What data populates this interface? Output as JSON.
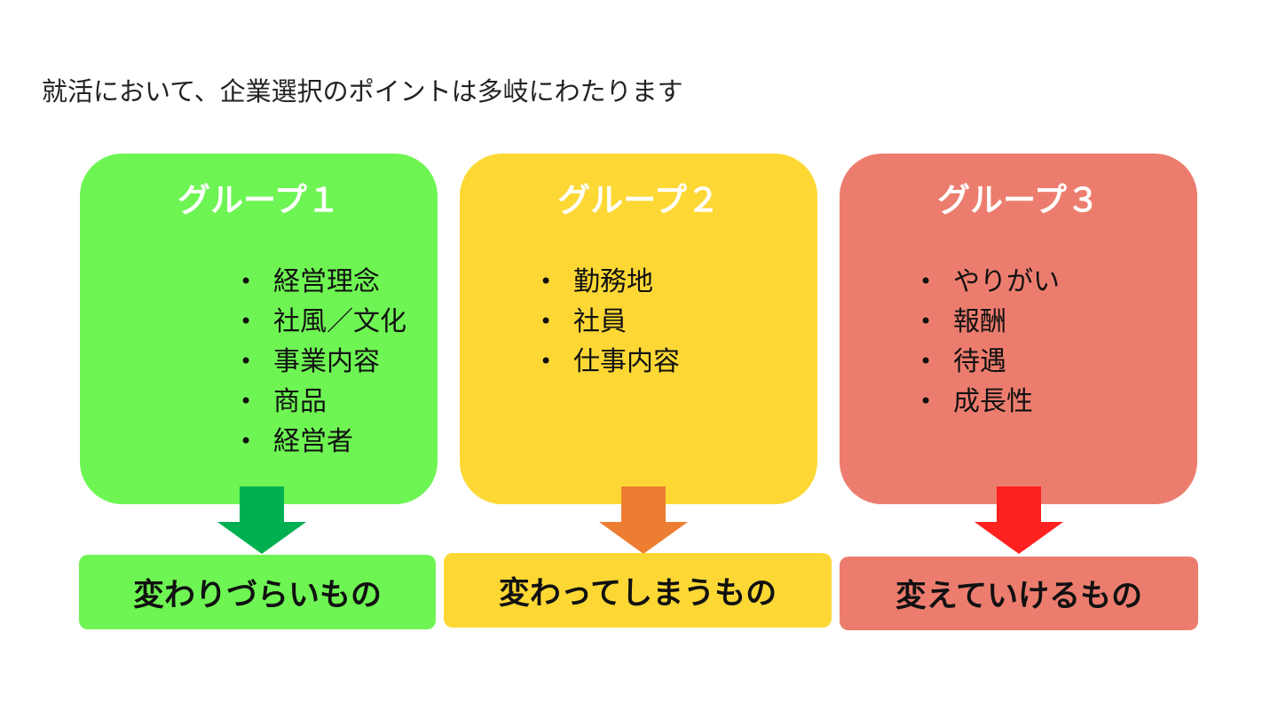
{
  "heading": "就活において、企業選択のポイントは多岐にわたります",
  "groups": [
    {
      "title": "グループ１",
      "items": [
        "経営理念",
        "社風／文化",
        "事業内容",
        "商品",
        "経営者"
      ],
      "label": "変わりづらいもの",
      "color": "#6EF553",
      "arrow_color": "#00B050"
    },
    {
      "title": "グループ２",
      "items": [
        "勤務地",
        "社員",
        "仕事内容"
      ],
      "label": "変わってしまうもの",
      "color": "#FDD835",
      "arrow_color": "#ED7D31"
    },
    {
      "title": "グループ３",
      "items": [
        "やりがい",
        "報酬",
        "待遇",
        "成長性"
      ],
      "label": "変えていけるもの",
      "color": "#EC7D6E",
      "arrow_color": "#FF2020"
    }
  ]
}
